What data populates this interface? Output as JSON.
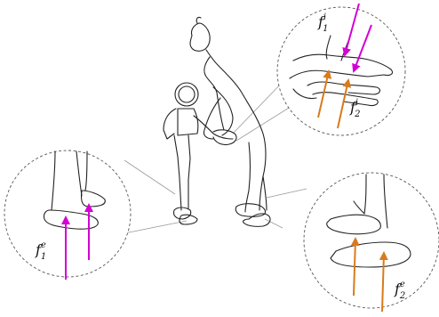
{
  "labels": {
    "f1e": {
      "base": "f",
      "sub": "1",
      "sup": "e"
    },
    "f2e": {
      "base": "f",
      "sub": "2",
      "sup": "e"
    },
    "f1i": {
      "base": "f",
      "sub": "1",
      "sup": "i"
    },
    "f2i": {
      "base": "f",
      "sub": "2",
      "sup": "i"
    }
  },
  "colors": {
    "magenta": "#d400d4",
    "orange": "#d97a1c",
    "outline": "#222222",
    "callout_line": "#999999"
  }
}
